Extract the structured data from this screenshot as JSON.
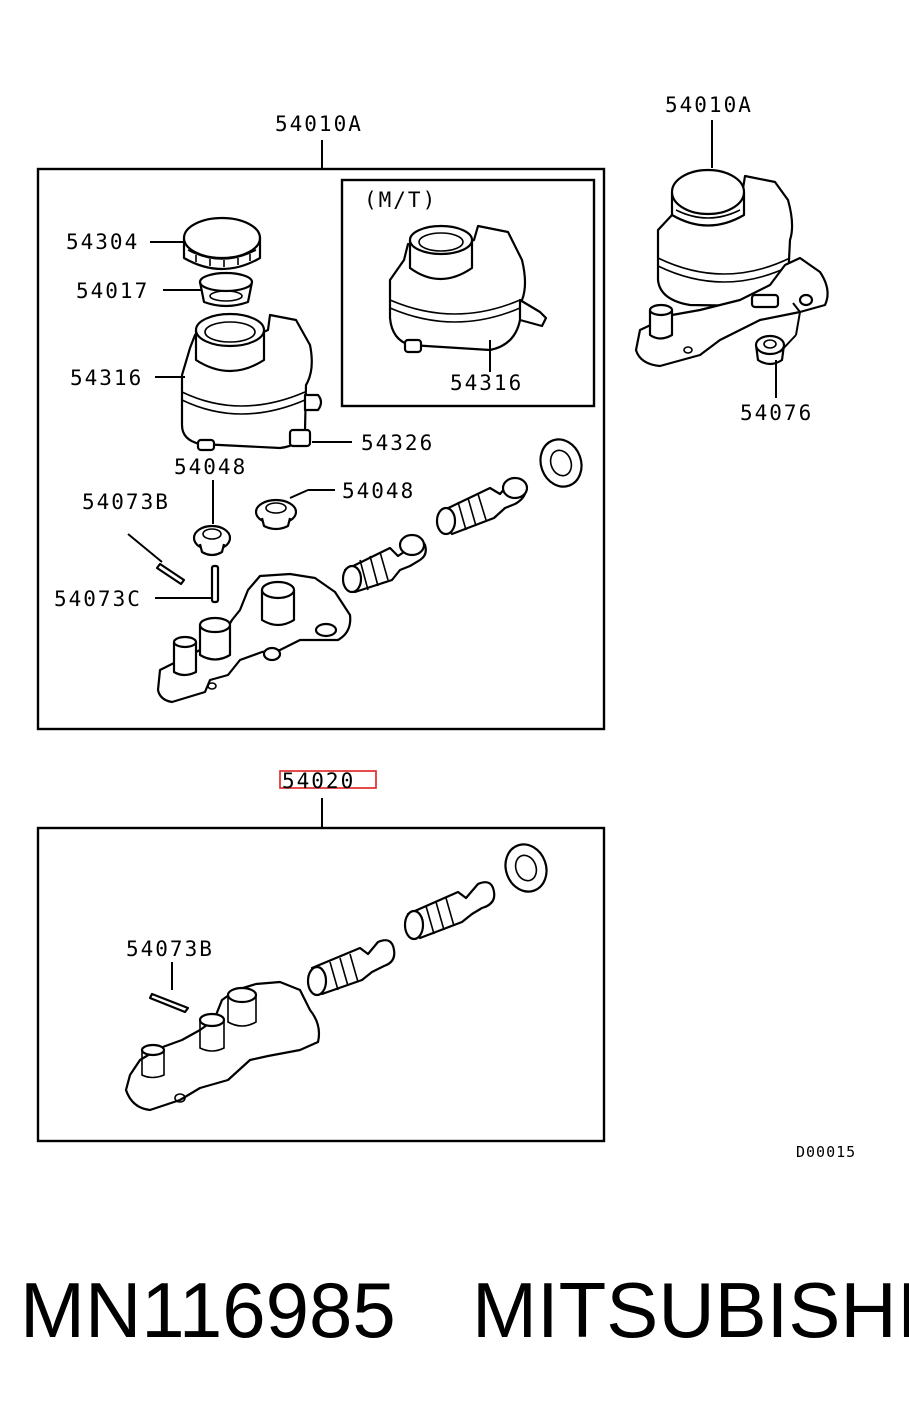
{
  "diagram": {
    "callouts": {
      "assy_main": "54010A",
      "assy_alt": "54010A",
      "cap": "54304",
      "filter": "54017",
      "reservoir": "54316",
      "mt_note": "(M/T)",
      "reservoir_mt": "54316",
      "sensor": "54326",
      "grommet_left": "54048",
      "grommet_right": "54048",
      "pin_b": "54073B",
      "pin_c": "54073C",
      "nut": "54076",
      "piston_kit": "54020",
      "pin_b_kit": "54073B"
    },
    "drawing_code": "D00015",
    "highlighted_part": "54020",
    "highlight_color": "#e02020"
  },
  "caption": {
    "part_number": "MN116985",
    "brand": "MITSUBISHI"
  }
}
